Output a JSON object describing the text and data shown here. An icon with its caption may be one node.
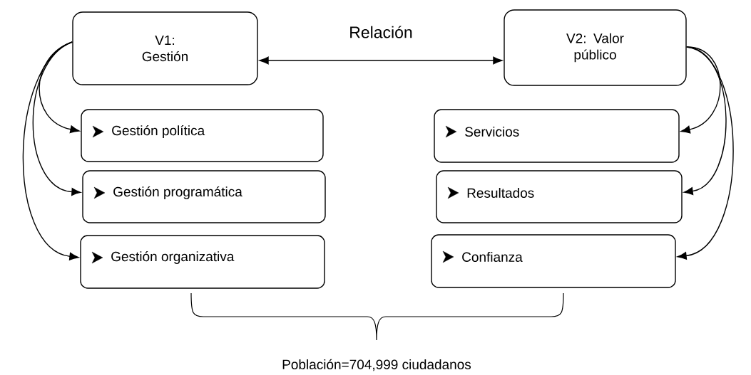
{
  "diagram": {
    "nodes": [
      {
        "text": [
          "V1: Gestión"
        ]
      },
      {
        "text": [
          "Gestión política"
        ]
      },
      {
        "text": [
          "Gestión programática"
        ]
      },
      {
        "text": [
          "Gestión organizativa"
        ]
      },
      {
        "text": [
          "V2: Valor público"
        ]
      },
      {
        "text": [
          "Servicios"
        ]
      },
      {
        "text": [
          "Resultados"
        ]
      },
      {
        "text": [
          "Confianza"
        ]
      }
    ],
    "edges": [
      {
        "from": 0,
        "to": 4,
        "arrow": "both",
        "label": "Relación"
      },
      {
        "from": 0,
        "to": 1,
        "arrow": "to"
      },
      {
        "from": 0,
        "to": 2,
        "arrow": "to"
      },
      {
        "from": 0,
        "to": 3,
        "arrow": "to"
      },
      {
        "from": 4,
        "to": 5,
        "arrow": "to"
      },
      {
        "from": 4,
        "to": 6,
        "arrow": "to"
      },
      {
        "from": 4,
        "to": 7,
        "arrow": "to"
      }
    ],
    "labels": [
      "Población=704,999 ciudadanos"
    ]
  }
}
